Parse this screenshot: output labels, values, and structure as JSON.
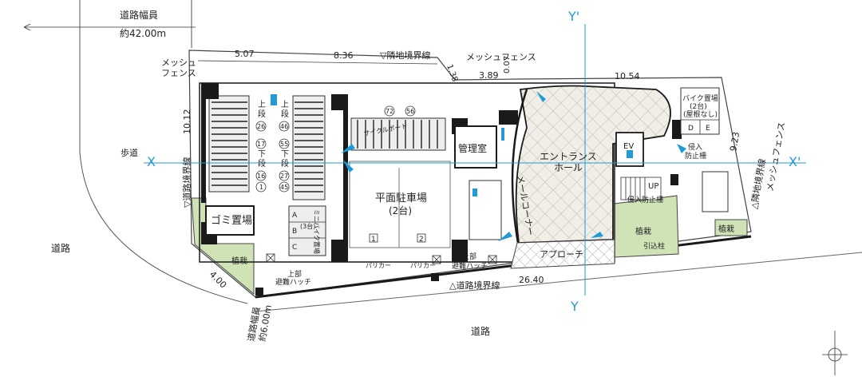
{
  "title": "",
  "labels": {
    "road_width_top": "道路幅員",
    "road_width_top_value": "約42.00m",
    "neighbor_boundary_top": "▽隣地境界線",
    "mesh_fence_top": "メッシュフェンス",
    "mesh_fence_left_1": "メッシュ",
    "mesh_fence_left_2": "フェンス",
    "mesh_fence_right": "メッシュフェンス",
    "sidewalk": "歩道",
    "road_left": "道路",
    "road_bottom": "道路",
    "road_boundary_left": "▽道路境界線",
    "road_boundary_bottom": "△道路境界線",
    "neighbor_boundary_right": "△隣地境界線",
    "road_width_bottom_1": "道路幅員",
    "road_width_bottom_2": "約6.00m",
    "garbage": "ゴミ置場",
    "planting_left": "植栽",
    "planting_right": "植栽",
    "planting_center": "植栽",
    "parking_1": "平面駐車場",
    "parking_2": "(2台)",
    "parking_no_1": "1",
    "parking_no_2": "2",
    "management": "管理室",
    "entrance_1": "エントランス",
    "entrance_2": "ホール",
    "mail_corner": "メールコーナー",
    "approach": "アプローチ",
    "ev": "EV",
    "up": "UP",
    "bike_1": "バイク置場",
    "bike_2": "(2台)",
    "bike_3": "(屋根なし)",
    "bike_d": "D",
    "bike_e": "E",
    "upper_1": "上",
    "upper_2": "段",
    "lower_1": "下",
    "lower_2": "段",
    "hatch_1": "上部",
    "hatch_2": "避難ハッチ",
    "parker_1": "パリカー",
    "parker_2": "パリカー",
    "intrusion_1": "侵入",
    "intrusion_2": "防止柵",
    "intrusion_bottom": "侵入防止柵",
    "pull_pole": "引込柱",
    "axis_x": "X",
    "axis_x_prime": "X'",
    "axis_y": "Y",
    "axis_y_prime": "Y'",
    "mini_a": "A",
    "mini_b": "B",
    "mini_c": "C",
    "mini_label": "ミニバイク置場",
    "mini_count": "(3台)",
    "bicycle_roof": "サイクルポート"
  },
  "circles": {
    "left_col": [
      "26",
      "17",
      "16",
      "1"
    ],
    "right_col": [
      "46",
      "55",
      "27",
      "45"
    ],
    "top_pair": [
      "72",
      "56"
    ]
  },
  "dimensions": {
    "d_507": "5.07",
    "d_836": "8.36",
    "d_138": "1.38",
    "d_389": "3.89",
    "d_007": "0.07",
    "d_1054": "10.54",
    "d_1012": "10.12",
    "d_923": "9.23",
    "d_400": "4.00",
    "d_2640": "26.40"
  },
  "colors": {
    "axis": "#1f9bd7",
    "wall": "#1a1a1a",
    "planting": "#cfe3b6",
    "hatch": "#bbbbbb",
    "entrance_fill": "#f0eee6"
  }
}
